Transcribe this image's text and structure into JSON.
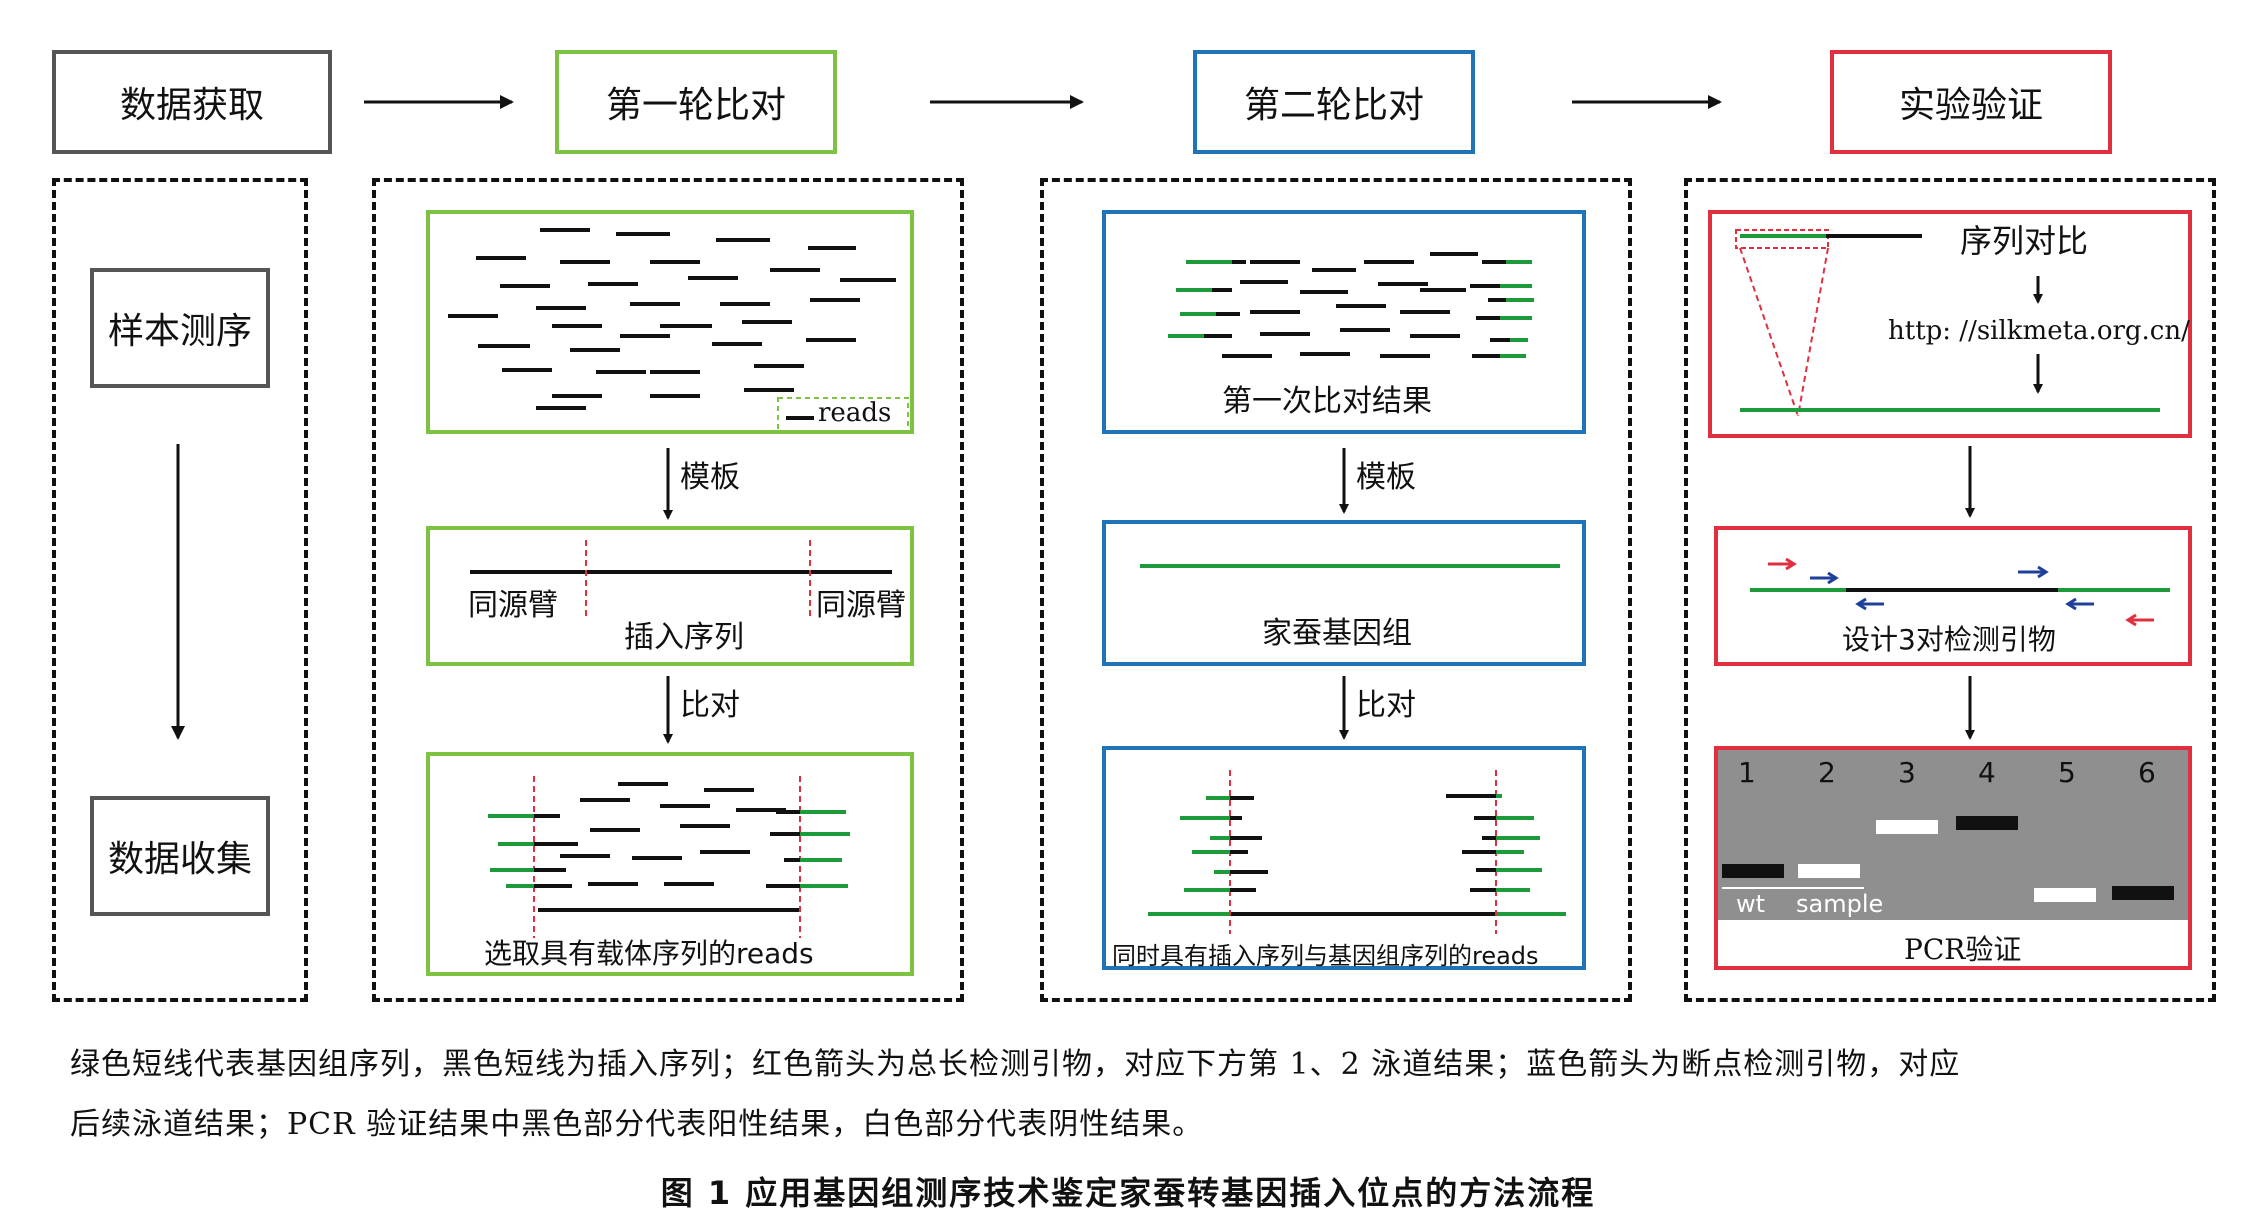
{
  "colors": {
    "gray": "#555555",
    "green": "#7dc242",
    "blue": "#1f74b8",
    "red": "#e0303f",
    "line_green": "#1d9a3a",
    "arrow_red": "#e0303f",
    "arrow_blue": "#1f3f9a"
  },
  "stages": [
    {
      "title": "数据获取"
    },
    {
      "title": "第一轮比对"
    },
    {
      "title": "第二轮比对"
    },
    {
      "title": "实验验证"
    }
  ],
  "col1": {
    "sequencing": "样本测序",
    "collection": "数据收集"
  },
  "col2": {
    "legend_reads": "reads",
    "step1": "模板",
    "homology_left": "同源臂",
    "homology_right": "同源臂",
    "insert": "插入序列",
    "step2": "比对",
    "result": "选取具有载体序列的reads"
  },
  "col3": {
    "first_result": "第一次比对结果",
    "step1": "模板",
    "genome": "家蚕基因组",
    "step2": "比对",
    "result": "同时具有插入序列与基因组序列的reads"
  },
  "col4": {
    "alignment": "序列对比",
    "url": "http: //silkmeta.org.cn/",
    "primers": "设计3对检测引物",
    "gel_lanes": [
      "1",
      "2",
      "3",
      "4",
      "5",
      "6"
    ],
    "gel_wt": "wt",
    "gel_sample": "sample",
    "pcr": "PCR验证"
  },
  "caption": {
    "line1": "绿色短线代表基因组序列，黑色短线为插入序列；红色箭头为总长检测引物，对应下方第 1、2 泳道结果；蓝色箭头为断点检测引物，对应",
    "line2": "后续泳道结果；PCR 验证结果中黑色部分代表阳性结果，白色部分代表阴性结果。"
  },
  "figure_title": "图 1    应用基因组测序技术鉴定家蚕转基因插入位点的方法流程"
}
